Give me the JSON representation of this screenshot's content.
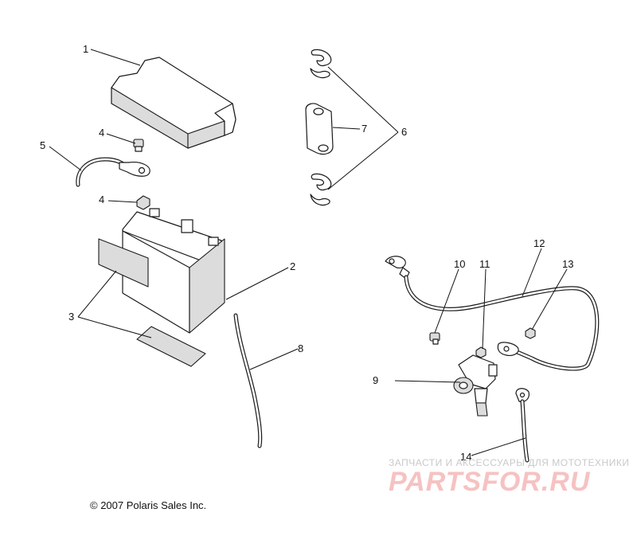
{
  "diagram": {
    "callouts": {
      "c1": "1",
      "c2": "2",
      "c3": "3",
      "c4a": "4",
      "c4b": "4",
      "c5": "5",
      "c6": "6",
      "c7": "7",
      "c8": "8",
      "c9": "9",
      "c10": "10",
      "c11": "11",
      "c12": "12",
      "c13": "13",
      "c14": "14"
    },
    "copyright": "© 2007 Polaris Sales Inc."
  },
  "watermark": {
    "tagline": "ЗАПЧАСТИ И АКСЕССУАРЫ ДЛЯ МОТОТЕХНИКИ",
    "logo": "PARTSFOR.RU"
  }
}
